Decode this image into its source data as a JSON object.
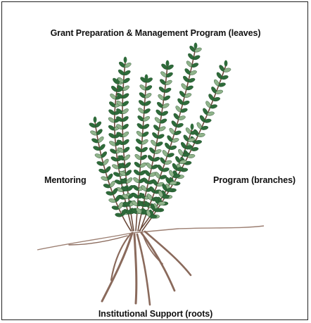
{
  "diagram": {
    "title": "Grant Preparation & Management Program (leaves)",
    "left_label": "Mentoring",
    "right_label": "Program (branches)",
    "bottom_label": "Institutional Support (roots)"
  },
  "colors": {
    "leaf_dark": "#2e6b3a",
    "leaf_light": "#8fb38a",
    "stem": "#6b4a3a",
    "root": "#8a6a5c",
    "border": "#222222"
  }
}
